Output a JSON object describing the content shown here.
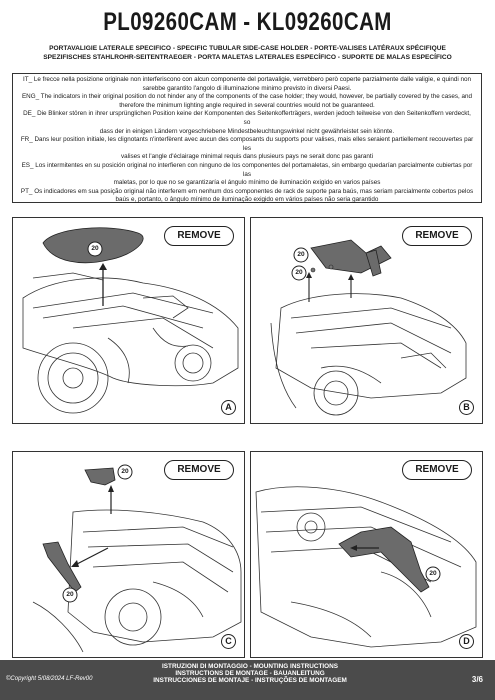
{
  "header": {
    "title": "PL09260CAM - KL09260CAM",
    "subtitle_lines": [
      "PORTAVALIGIE LATERALE SPECIFICO  -  SPECIFIC TUBULAR SIDE-CASE HOLDER  -  PORTE-VALISES LATÉRAUX SPÉCIFIQUE",
      "SPEZIFISCHES STAHLROHR-SEITENTRAEGER - PORTA MALETAS LATERALES ESPECÍFICO - SUPORTE DE MALAS ESPECÍFICO"
    ]
  },
  "notice": {
    "lines": [
      "IT_ Le frecce nella posizione originale non interferiscono con alcun componente del portavaligie, verrebbero però coperte parzialmente dalle valigie, e quindi non",
      "sarebbe garantito l'angolo di illuminazione minimo previsto in diversi Paesi.",
      "ENG_ The indicators in their original position do not hinder any of the components of the case holder; they would, however, be partially covered by the cases, and",
      "therefore the minimum lighting angle required in several countries would not be guaranteed.",
      "DE_ Die Blinker stören in ihrer ursprünglichen Position keine der Komponenten des Seitenkofferträgers, werden jedoch teilweise von den Seitenkoffern verdeckt, so",
      "dass der in einigen Ländern vorgeschriebene Mindestbeleuchtungswinkel nicht gewährleistet sein könnte.",
      "FR_ Dans leur position initiale, les clignotants n'interfèrent avec aucun des composants du supports pour valises, mais elles seraient partiellement recouvertes par les",
      "valises et l'angle d'éclairage minimal requis dans plusieurs pays ne serait donc pas garanti",
      "ES_ Los intermitentes en su posición original no interfieren con ninguno de los componentes del portamaletas, sin embargo quedarían parcialmente cubiertas por las",
      "maletas, por lo que no se garantizaría el ángulo mínimo de iluminación exigido en varios países",
      "PT_ Os indicadores em sua posição original não interferem em nenhum dos componentes de rack de suporte para baús, mas seriam parcialmente cobertos pelos",
      "baús e, portanto, o ângulo mínimo de iluminação exigido em vários países não seria garantido"
    ]
  },
  "panels": [
    {
      "remove_label": "REMOVE",
      "part_number": "20",
      "letter": "A"
    },
    {
      "remove_label": "REMOVE",
      "part_number": "20",
      "letter": "B"
    },
    {
      "remove_label": "REMOVE",
      "part_number": "20",
      "letter": "C"
    },
    {
      "remove_label": "REMOVE",
      "part_number": "20",
      "letter": "D"
    }
  ],
  "footer": {
    "instructions": [
      "ISTRUZIONI DI MONTAGGIO  -  MOUNTING INSTRUCTIONS",
      "INSTRUCTIONS DE MONTAGE - BAUANLEITUNG",
      "INSTRUCCIONES DE MONTAJE - INSTRUÇÕES DE MONTAGEM"
    ],
    "copyright": "©Copyright 5/08/2024 LF-Rev00",
    "page": "3/6"
  }
}
